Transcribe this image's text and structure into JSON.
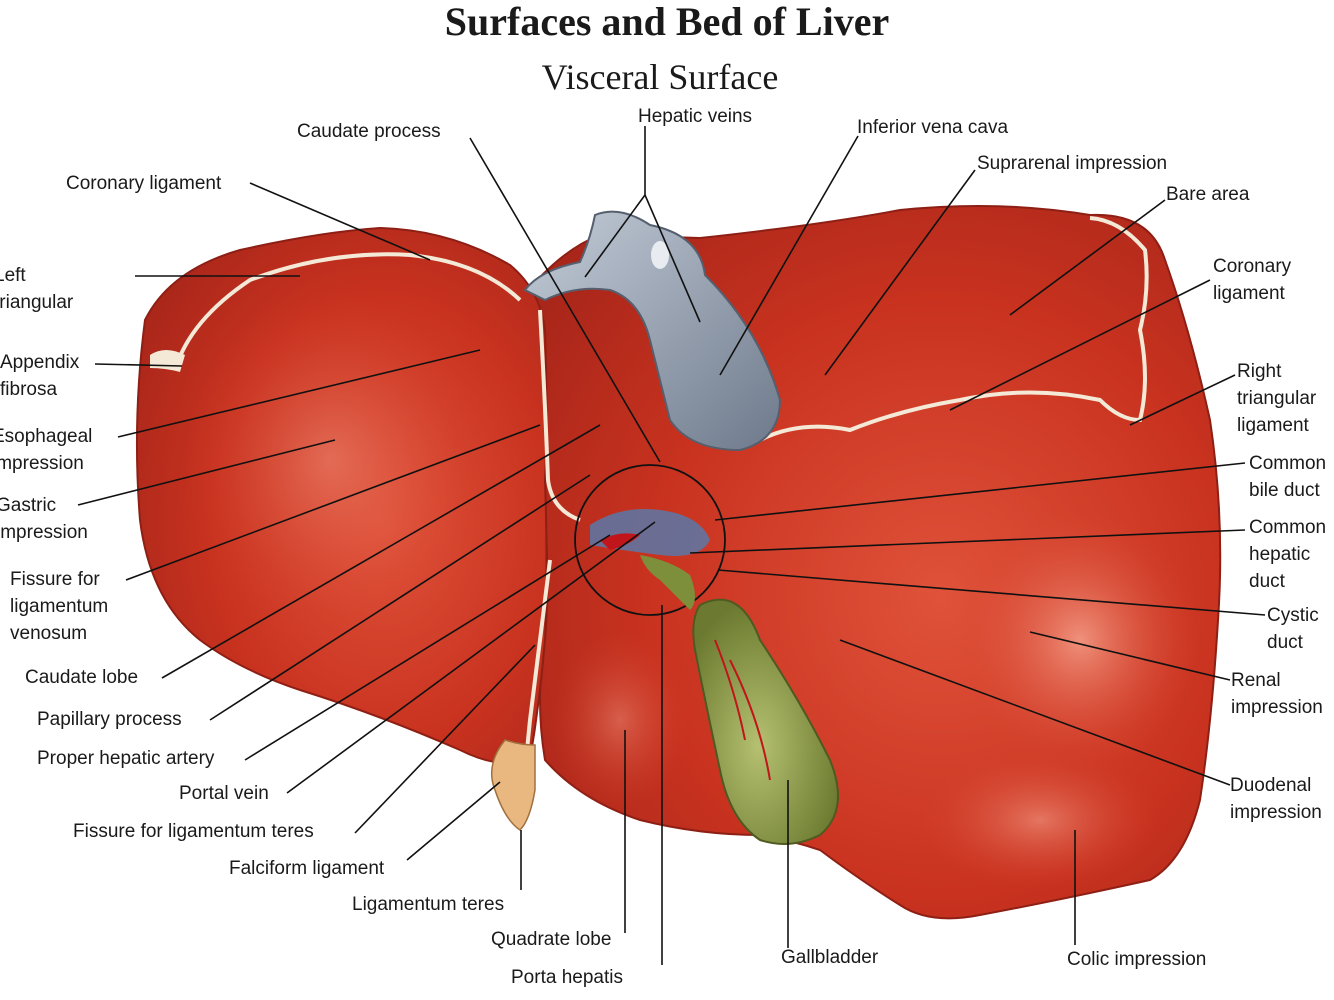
{
  "title": "Surfaces and Bed of Liver",
  "subtitle": "Visceral Surface",
  "labels": {
    "caudate_process": "Caudate process",
    "hepatic_veins": "Hepatic veins",
    "inferior_vena_cava": "Inferior vena cava",
    "suprarenal_impression": "Suprarenal impression",
    "bare_area": "Bare area",
    "coronary_ligament_left": "Coronary ligament",
    "left_triangular": [
      "Left",
      "triangular"
    ],
    "appendix_fibrosa": [
      "Appendix",
      "fibrosa"
    ],
    "esophageal_impression": [
      "Esophageal",
      "impression"
    ],
    "gastric_impression": [
      "Gastric",
      "impression"
    ],
    "fissure_ligamentum_venosum": [
      "Fissure for",
      "ligamentum",
      "venosum"
    ],
    "caudate_lobe": "Caudate lobe",
    "papillary_process": "Papillary process",
    "proper_hepatic_artery": "Proper hepatic artery",
    "portal_vein": "Portal vein",
    "fissure_ligamentum_teres": "Fissure for ligamentum teres",
    "falciform_ligament": "Falciform ligament",
    "ligamentum_teres": "Ligamentum teres",
    "quadrate_lobe": "Quadrate lobe",
    "porta_hepatis": "Porta hepatis",
    "gallbladder": "Gallbladder",
    "colic_impression": "Colic impression",
    "coronary_ligament_right": [
      "Coronary",
      "ligament"
    ],
    "right_triangular_ligament": [
      "Right",
      "triangular",
      "ligament"
    ],
    "common_bile_duct": [
      "Common",
      "bile duct"
    ],
    "common_hepatic_duct": [
      "Common",
      "hepatic",
      "duct"
    ],
    "cystic_duct": [
      "Cystic",
      "duct"
    ],
    "renal_impression": [
      "Renal",
      "impression"
    ],
    "duodenal_impression": [
      "Duodenal",
      "impression"
    ]
  },
  "colors": {
    "liver": "#c8321f",
    "liver_dark": "#a8261a",
    "liver_light": "#e06a55",
    "vena_cava": "#8b98a8",
    "gallbladder": "#8a9a48",
    "leader_line": "#111111"
  }
}
